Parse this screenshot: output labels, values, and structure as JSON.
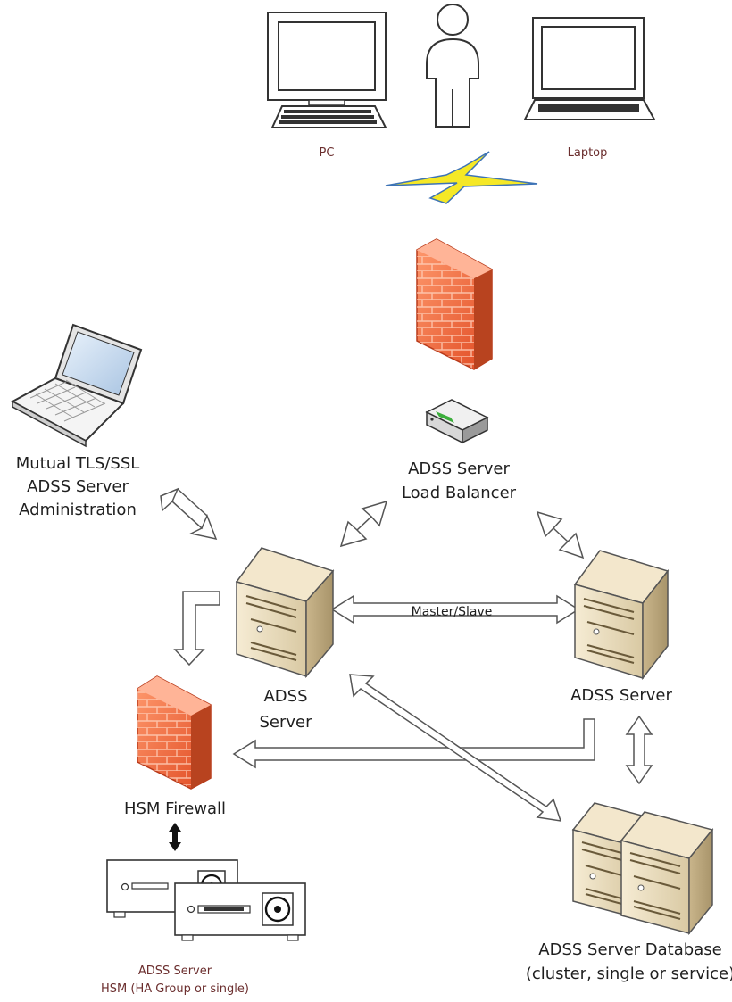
{
  "nodes": {
    "pc": "PC",
    "laptop": "Laptop",
    "admin_line1": "Mutual TLS/SSL",
    "admin_line2": "ADSS Server",
    "admin_line3": "Administration",
    "lb_line1": "ADSS Server",
    "lb_line2": "Load Balancer",
    "server_left_line1": "ADSS",
    "server_left_line2": "Server",
    "server_right": "ADSS Server",
    "hsm_firewall": "HSM Firewall",
    "hsm_line1": "ADSS Server",
    "hsm_line2": "HSM (HA Group or single)",
    "db_line1": "ADSS Server Database",
    "db_line2": "(cluster, single or service)"
  },
  "connections": {
    "master_slave": "Master/Slave"
  },
  "icons": [
    "desktop-pc-icon",
    "user-icon",
    "laptop-icon",
    "wireless-bolt-icon",
    "firewall-icon",
    "load-balancer-icon",
    "admin-laptop-icon",
    "server-icon",
    "hsm-icon",
    "database-server-icon"
  ],
  "colors": {
    "firewall": "#e8623a",
    "server": "#efe3c8",
    "bolt": "#f5e826",
    "label_small": "#6b2e2e"
  }
}
